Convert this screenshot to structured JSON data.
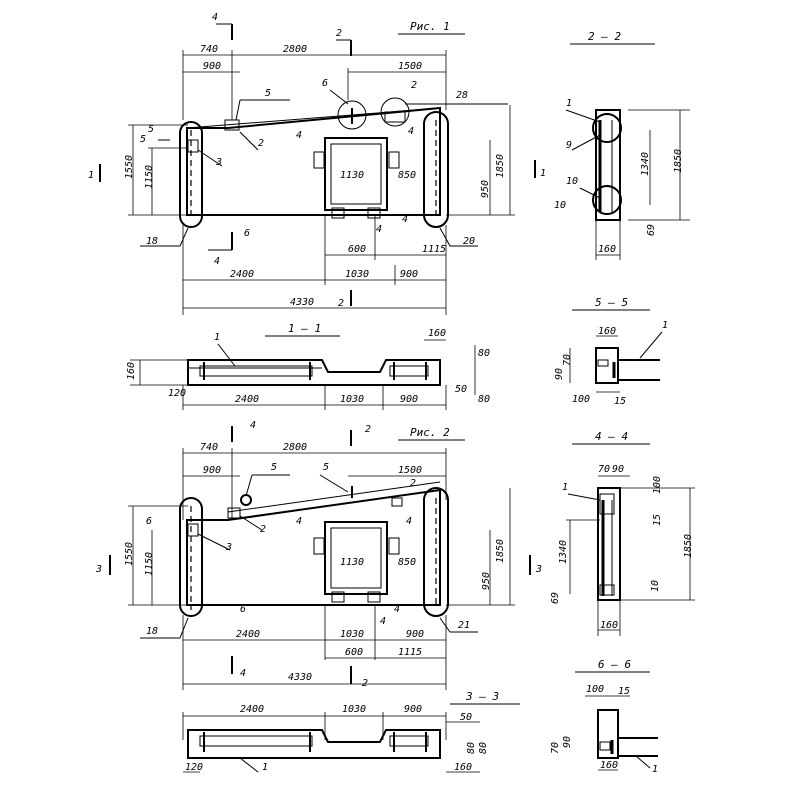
{
  "fig1": {
    "title": "Рис. 1",
    "top_dims": [
      "740",
      "2800",
      "900",
      "1500"
    ],
    "callouts": [
      "5",
      "6",
      "2",
      "28",
      "5",
      "2",
      "4",
      "4",
      "3",
      "4",
      "4",
      "6",
      "18",
      "20"
    ],
    "left_dims": [
      "1550",
      "1150"
    ],
    "right_dims": [
      "1850",
      "950"
    ],
    "inner_dims": [
      "1130",
      "850"
    ],
    "bottom_dims": [
      "600",
      "1115",
      "2400",
      "1030",
      "900",
      "4330"
    ],
    "section_marks": [
      "4",
      "2",
      "5",
      "1",
      "1",
      "4",
      "2"
    ]
  },
  "fig2": {
    "title": "Рис. 2",
    "top_dims": [
      "740",
      "2800",
      "900",
      "1500"
    ],
    "callouts": [
      "5",
      "5",
      "2",
      "6",
      "3",
      "4",
      "4",
      "2",
      "4",
      "4",
      "6",
      "18",
      "21"
    ],
    "left_dims": [
      "1550",
      "1150"
    ],
    "right_dims": [
      "1850",
      "950"
    ],
    "inner_dims": [
      "1130",
      "850"
    ],
    "bottom_dims": [
      "2400",
      "1030",
      "900",
      "600",
      "1115",
      "4330"
    ],
    "section_marks": [
      "4",
      "2",
      "3",
      "3",
      "4",
      "2"
    ]
  },
  "section_1_1": {
    "title": "1 — 1",
    "callout": "1",
    "dims": [
      "160",
      "80",
      "160",
      "120",
      "2400",
      "1030",
      "900",
      "50",
      "80"
    ]
  },
  "section_3_3": {
    "title": "3 — 3",
    "callout": "1",
    "dims": [
      "2400",
      "1030",
      "900",
      "50",
      "80",
      "80",
      "120",
      "160"
    ]
  },
  "section_2_2": {
    "title": "2 — 2",
    "callouts": [
      "1",
      "9",
      "10"
    ],
    "dims": [
      "1850",
      "1340",
      "10",
      "69",
      "160"
    ]
  },
  "section_5_5": {
    "title": "5 — 5",
    "callout": "1",
    "dims": [
      "160",
      "90",
      "70",
      "100",
      "15"
    ]
  },
  "section_4_4": {
    "title": "4 — 4",
    "callout": "1",
    "dims": [
      "70",
      "90",
      "100",
      "15",
      "1340",
      "1850",
      "10",
      "69",
      "160"
    ]
  },
  "section_6_6": {
    "title": "6 — 6",
    "callout": "1",
    "dims": [
      "100",
      "15",
      "70",
      "90",
      "160"
    ]
  }
}
